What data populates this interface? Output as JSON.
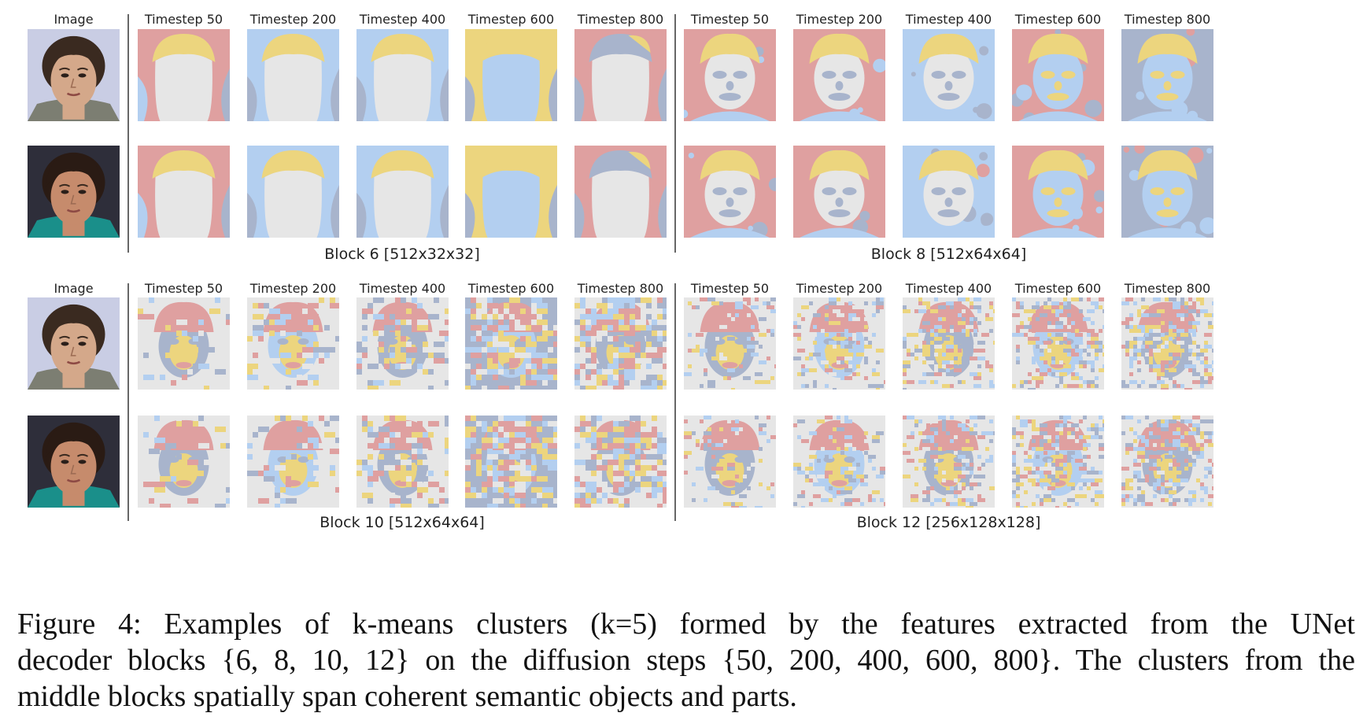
{
  "figure": {
    "image_header": "Image",
    "timesteps": [
      "Timestep 50",
      "Timestep 200",
      "Timestep 400",
      "Timestep 600",
      "Timestep 800"
    ],
    "blocks": [
      {
        "label": "Block 6 [512x32x32]",
        "style": "coarse"
      },
      {
        "label": "Block 8 [512x64x64]",
        "style": "parts"
      },
      {
        "label": "Block 10 [512x64x64]",
        "style": "detailed"
      },
      {
        "label": "Block 12 [256x128x128]",
        "style": "noisy"
      }
    ],
    "faces": [
      {
        "name": "female-face",
        "skin": "#d4a88a",
        "hair": "#3a2a20",
        "bg": "#c9cde4",
        "shirt": "#7c7e72"
      },
      {
        "name": "male-face",
        "skin": "#c68b6c",
        "hair": "#2a1b14",
        "bg": "#2e2e3a",
        "shirt": "#1a8f8a"
      }
    ],
    "cluster_colors": {
      "red": "#dfa0a0",
      "blue": "#b3cff0",
      "gray": "#a8b4cc",
      "yellow": "#ecd57e",
      "light": "#e6e6e6"
    }
  },
  "caption": {
    "lines": [
      "Figure 4:  Examples of k-means clusters (k=5) formed by the features extracted from the UNet",
      "decoder blocks {6, 8, 10, 12} on the diffusion steps {50, 200, 400, 600, 800}. The clusters from the",
      "middle blocks spatially span coherent semantic objects and parts."
    ]
  }
}
